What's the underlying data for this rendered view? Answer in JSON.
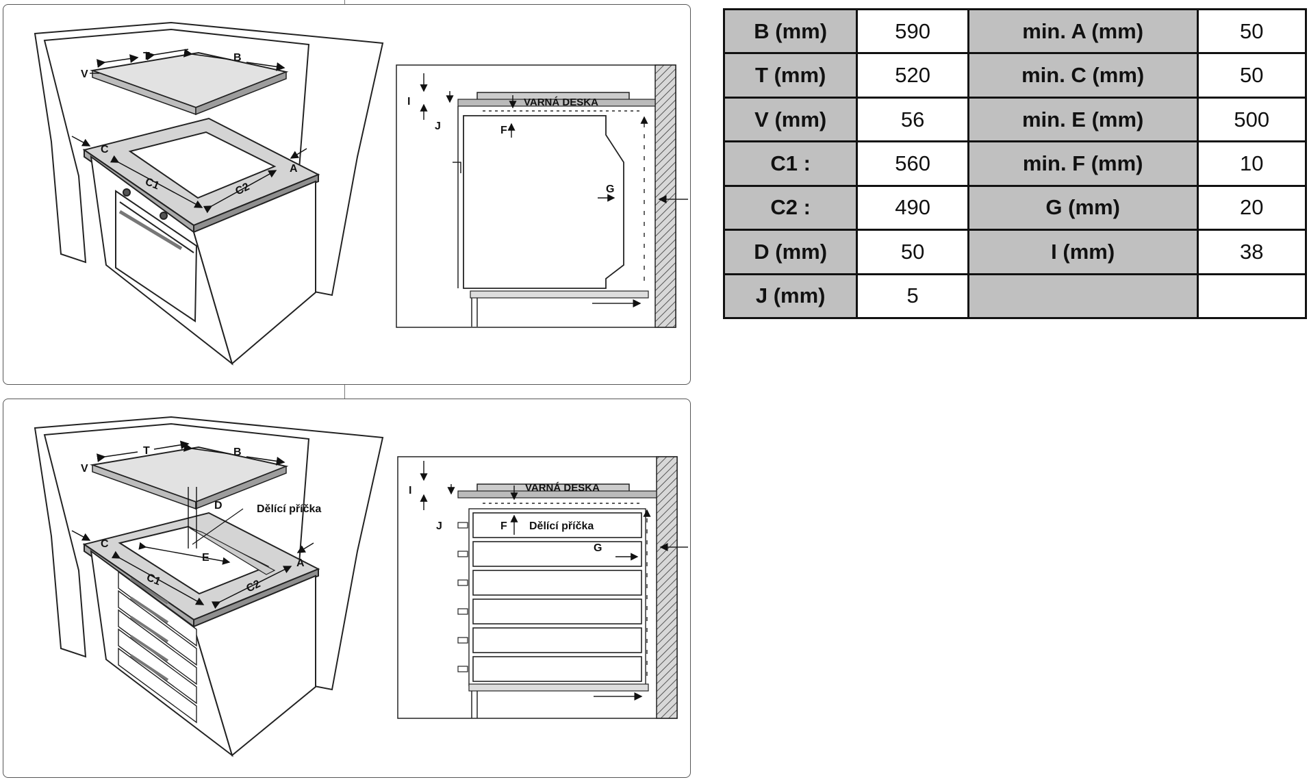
{
  "diagram_top": {
    "labels": {
      "T": "T",
      "B": "B",
      "V": "V",
      "C": "C",
      "A": "A",
      "C1": "C1",
      "C2": "C2",
      "I": "I",
      "J": "J",
      "F": "F",
      "G": "G",
      "varna": "VARNÁ DESKA"
    }
  },
  "diagram_bottom": {
    "labels": {
      "T": "T",
      "B": "B",
      "V": "V",
      "C": "C",
      "A": "A",
      "C1": "C1",
      "C2": "C2",
      "D": "D",
      "E": "E",
      "delici": "Dělící příčka",
      "I": "I",
      "J": "J",
      "F": "F",
      "G": "G",
      "varna": "VARNÁ DESKA",
      "delici2": "Dělící příčka"
    }
  },
  "spec_table": {
    "rows": [
      {
        "k1": "B (mm)",
        "v1": "590",
        "k2": "min. A (mm)",
        "v2": "50"
      },
      {
        "k1": "T (mm)",
        "v1": "520",
        "k2": "min. C (mm)",
        "v2": "50"
      },
      {
        "k1": "V (mm)",
        "v1": "56",
        "k2": "min. E (mm)",
        "v2": "500"
      },
      {
        "k1": "C1 :",
        "v1": "560",
        "k2": "min. F (mm)",
        "v2": "10"
      },
      {
        "k1": "C2 :",
        "v1": "490",
        "k2": "G (mm)",
        "v2": "20"
      },
      {
        "k1": "D (mm)",
        "v1": "50",
        "k2": "I (mm)",
        "v2": "38"
      },
      {
        "k1": "J (mm)",
        "v1": "5",
        "k2": "",
        "v2": ""
      }
    ]
  }
}
